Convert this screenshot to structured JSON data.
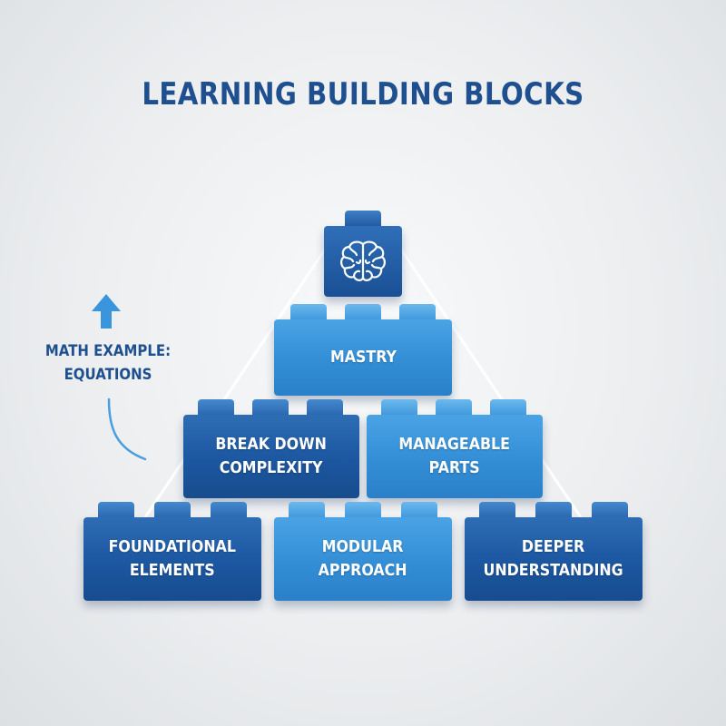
{
  "title": "LEARNING BUILDING BLOCKS",
  "side_note": "MATH EXAMPLE:\nEQUATIONS",
  "blocks": {
    "top_icon": "brain-icon",
    "mastry": "MASTRY",
    "break_down": "BREAK DOWN\nCOMPLEXITY",
    "manageable": "MANAGEABLE\nPARTS",
    "foundational": "FOUNDATIONAL\nELEMENTS",
    "modular": "MODULAR\nAPPROACH",
    "deeper": "DEEPER\nUNDERSTANDING"
  },
  "colors": {
    "title": "#1e4f8e",
    "dark_block": "#1d58a2",
    "light_block": "#338ed6",
    "arrow": "#4a9ee0"
  }
}
